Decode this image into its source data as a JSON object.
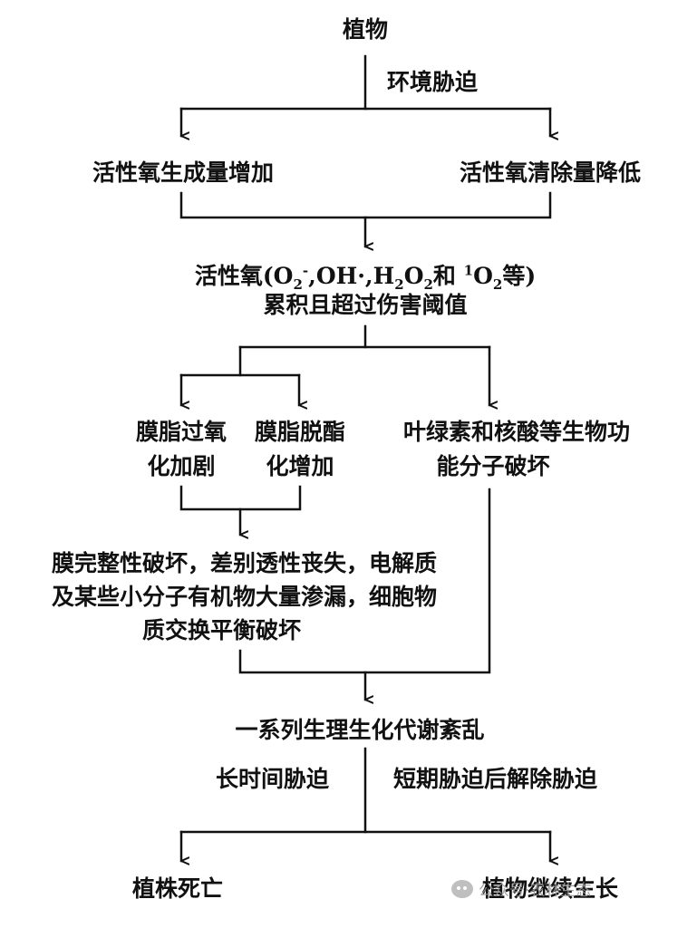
{
  "nodes": {
    "plant": "植物",
    "env_stress": "环境胁迫",
    "ros_gen_up": "活性氧生成量增加",
    "ros_clear_down": "活性氧清除量降低",
    "ros_accum_l1_prefix": "活性氧(O",
    "ros_sup_minus": "-",
    "ros_sub_2a": "2",
    "ros_mid1": ",OH·,H",
    "ros_sub_2b": "2",
    "ros_o": "O",
    "ros_sub_2c": "2",
    "ros_he": "和",
    "ros_sup_1": "1",
    "ros_o2": "O",
    "ros_sub_2d": "2",
    "ros_suffix": "等)",
    "ros_accum_l2": "累积且超过伤害阈值",
    "lipid_perox_l1": "膜脂过氧",
    "lipid_perox_l2": "化加剧",
    "lipid_deest_l1": "膜脂脱酯",
    "lipid_deest_l2": "化增加",
    "molecule_l1": "叶绿素和核酸等生物功",
    "molecule_l2": "能分子破坏",
    "membrane_l1": "膜完整性破坏，差别透性丧失，电解质",
    "membrane_l2": "及某些小分子有机物大量渗漏，细胞物",
    "membrane_l3": "质交换平衡破坏",
    "metabolism": "一系列生理生化代谢紊乱",
    "long_stress": "长时间胁迫",
    "short_stress": "短期胁迫后解除胁迫",
    "plant_death": "植株死亡",
    "plant_grow": "植物继续生长"
  },
  "watermark": {
    "text": "公众号·农林生态"
  },
  "icons": {
    "arrow": "arrowhead-down",
    "watermark_logo": "wechat-icon"
  },
  "colors": {
    "line": "#111111",
    "background": "#ffffff",
    "watermark": "#9a9a9a"
  }
}
